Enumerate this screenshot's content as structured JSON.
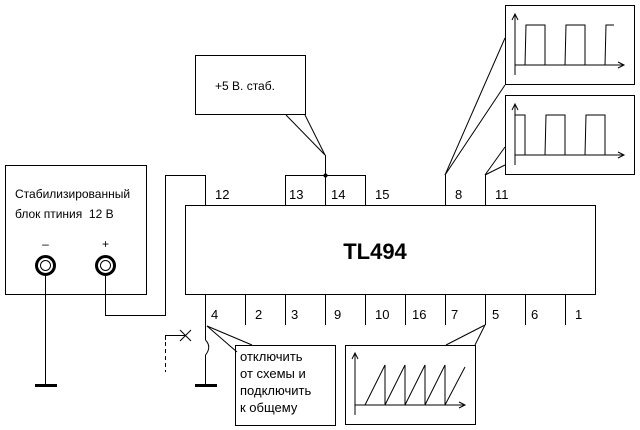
{
  "chip": {
    "name": "TL494",
    "top_pins": [
      "12",
      "13",
      "14",
      "15",
      "8",
      "11"
    ],
    "bottom_pins": [
      "4",
      "2",
      "3",
      "9",
      "10",
      "16",
      "7",
      "5",
      "6",
      "1"
    ]
  },
  "power_supply": {
    "line1": "Стабилизированный",
    "line2": "блок птиния  12 В",
    "minus_label": "–",
    "plus_label": "+"
  },
  "callouts": {
    "vref": "+5 В. стаб.",
    "pin4_note": [
      "отключить",
      "от схемы и",
      "подключить",
      "к общему"
    ]
  },
  "waveforms": {
    "pin8": "square-wave",
    "pin11": "square-wave",
    "pin5": "sawtooth"
  },
  "colors": {
    "line": "#000000",
    "background": "#ffffff"
  }
}
